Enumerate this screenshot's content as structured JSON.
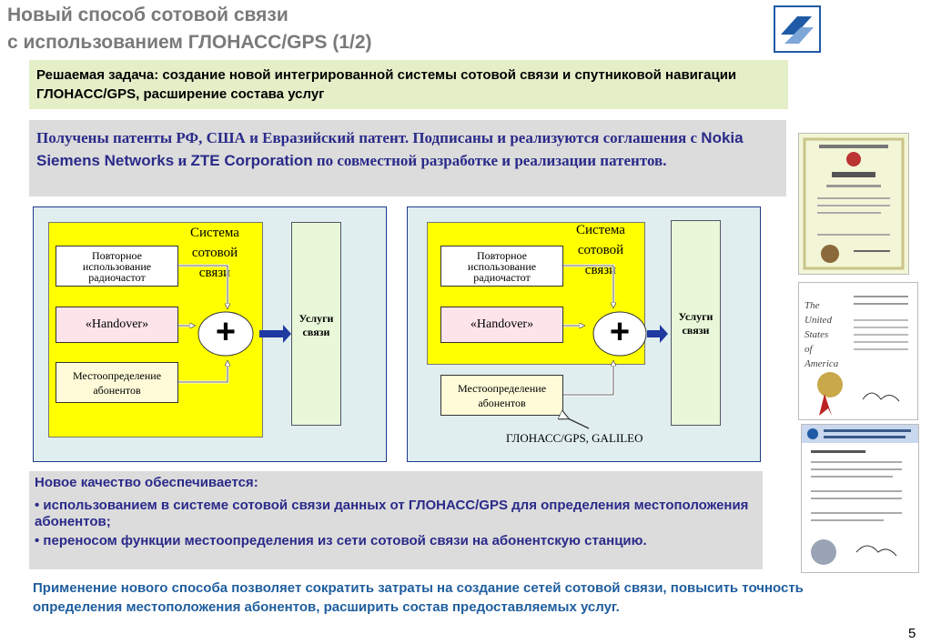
{
  "header": {
    "title_line1": "Новый способ сотовой связи",
    "title_line2": "с использованием ГЛОНАСС/GPS (1/2)",
    "logo_icon": "company-logo-icon"
  },
  "task": {
    "text": "Решаемая задача: создание новой интегрированной системы сотовой связи и спутниковой навигации ГЛОНАСС/GPS, расширение состава  услуг"
  },
  "patents": {
    "part1": "Получены патенты РФ, США и Евразийский патент. Подписаны и реализуются соглашения с ",
    "company1": "Nokia Siemens Networks",
    "and": " и ",
    "company2": "ZTE Corporation",
    "part2": " по совместной разработке и реализации патентов."
  },
  "diagram_left": {
    "system_title": "Система сотовой связи",
    "box_reuse": "Повторное использование радиочастот",
    "box_handover": "«Handover»",
    "box_location": "Местоопределение абонентов",
    "services": "Услуги связи",
    "plus": "+"
  },
  "diagram_right": {
    "system_title": "Система сотовой связи",
    "box_reuse": "Повторное использование радиочастот",
    "box_handover": "«Handover»",
    "box_location": "Местоопределение абонентов",
    "services": "Услуги связи",
    "plus": "+",
    "satellite_label": "ГЛОНАСС/GPS, GALILEO"
  },
  "quality": {
    "heading": "Новое качество обеспечивается:",
    "bullet1": "• использованием в системе сотовой  связи данных от ГЛОНАСС/GPS для определения местоположения абонентов;",
    "bullet2": "• переносом функции местоопределения  из сети сотовой связи на абонентскую станцию."
  },
  "conclusion": {
    "text": "Применение нового способа позволяет  сократить затраты на создание сетей сотовой связи, повысить  точность определения  местоположения абонентов, расширить состав предоставляемых услуг."
  },
  "page_number": "5",
  "colors": {
    "title": "#7a7a7a",
    "accent_blue": "#2a2a8a",
    "conclusion_blue": "#1f5e9e",
    "task_bg": "#e4efc8",
    "panel_bg": "#e0eeef",
    "system_yellow": "#ffff00"
  }
}
